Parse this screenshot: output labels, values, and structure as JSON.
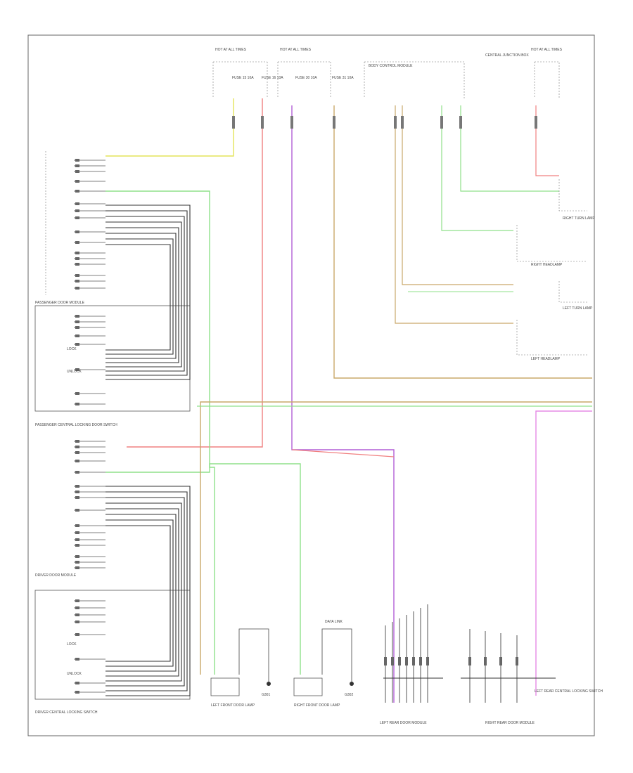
{
  "diagram": {
    "footer_code": "",
    "colors": {
      "green": "#8fe08a",
      "red": "#f08080",
      "purple": "#b25fd6",
      "magenta": "#e58ae5",
      "tan": "#c9a86a",
      "yellow": "#e3e35a",
      "black": "#333333"
    },
    "labels": {
      "top_hot1": "HOT AT ALL TIMES",
      "top_hot2": "HOT AT ALL TIMES",
      "top_fuse_a": "FUSE 15 10A",
      "top_fuse_b": "FUSE 16 10A",
      "top_fuse_c": "FUSE 30 10A",
      "top_fuse_d": "FUSE 31 10A",
      "top_relay": "BODY CONTROL MODULE",
      "top_right_hot": "HOT AT ALL TIMES",
      "top_right_module": "CENTRAL JUNCTION BOX",
      "passenger_header": "PASSENGER DOOR MODULE",
      "passenger_control_header": "PASSENGER CENTRAL LOCKING DOOR SWITCH",
      "passenger_switch_header": "",
      "driver_header": "DRIVER DOOR MODULE",
      "driver_switch_header": "DRIVER CENTRAL LOCKING SWITCH",
      "right_headlamp": "RIGHT HEADLAMP",
      "left_headlamp": "LEFT HEADLAMP",
      "right_turn_lamp": "RIGHT TURN LAMP",
      "left_turn_lamp": "LEFT TURN LAMP",
      "lf_door_lamp": "LEFT FRONT DOOR LAMP",
      "rf_door_lamp": "RIGHT FRONT DOOR LAMP",
      "lr_door_module": "LEFT REAR DOOR MODULE",
      "rr_door_module": "RIGHT REAR DOOR MODULE",
      "rear_switch": "LEFT REAR CENTRAL LOCKING SWITCH",
      "ground_g1": "G301",
      "ground_g2": "G302",
      "data_link": "DATA LINK",
      "lock_label": "LOCK",
      "unlock_label": "UNLOCK"
    }
  }
}
